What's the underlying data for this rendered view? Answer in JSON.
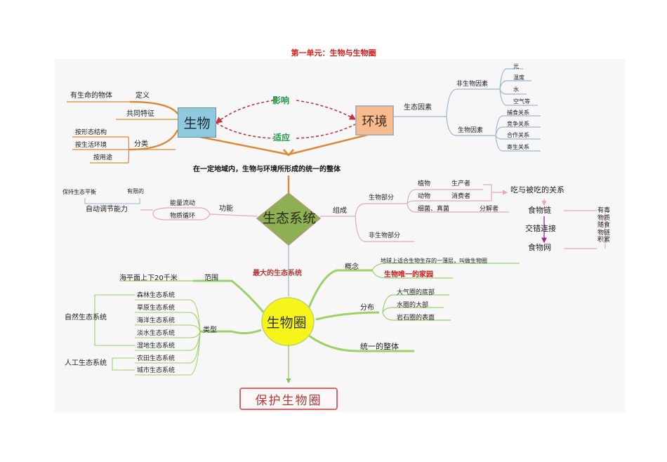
{
  "title": "第一单元：生物与生物圈",
  "organism": {
    "label": "生物",
    "definition": {
      "branch": "定义",
      "value": "有生命的物体"
    },
    "common_features": "共同特征",
    "classification": {
      "branch": "分类",
      "items": [
        "按形态结构",
        "按生活环境",
        "按用途"
      ]
    }
  },
  "relation": {
    "influence": "影响",
    "adapt": "适应"
  },
  "environment": {
    "label": "环境",
    "factors": {
      "branch": "生态因素",
      "abiotic": {
        "label": "非生物因素",
        "items": [
          "光",
          "温度",
          "水",
          "空气等"
        ]
      },
      "biotic": {
        "label": "生物因素",
        "items": [
          "捕食关系",
          "竞争关系",
          "合作关系",
          "寄生关系"
        ]
      }
    }
  },
  "ecosystem_definition": "在一定地域内，生物与环境所形成的统一的整体",
  "ecosystem": {
    "label": "生态系统",
    "function": {
      "branch": "功能",
      "items": [
        "能量流动",
        "物质循环"
      ],
      "self_regulation": "自动调节能力",
      "maintain": "保持生态平衡",
      "limited": "有限的"
    },
    "composition": {
      "branch": "组成",
      "biotic_part": {
        "label": "生物部分",
        "rows": [
          {
            "organism": "植物",
            "role": "生产者"
          },
          {
            "organism": "动物",
            "role": "消费者"
          },
          {
            "organism": "细菌、真菌",
            "role": "分解者"
          }
        ]
      },
      "abiotic_part": "非生物部分"
    },
    "food": {
      "eat_relation": "吃与被吃的关系",
      "food_chain": "食物链",
      "interlink": "交错连接",
      "food_web": "食物网",
      "toxin_note": [
        "有毒",
        "物质",
        "随食",
        "物链",
        "积累"
      ]
    }
  },
  "largest_ecosystem": "最大的生态系统",
  "biosphere": {
    "label": "生物圈",
    "concept": {
      "branch": "概念",
      "definition": "地球上适合生物生存的一薄层，叫做生物圈",
      "home": "生物唯一的家园"
    },
    "distribution": {
      "branch": "分布",
      "items": [
        "大气圈的底部",
        "水圈的大部",
        "岩石圈的表面"
      ]
    },
    "whole": "统一的整体",
    "range": {
      "branch": "范围",
      "value": "海平面上下20千米"
    },
    "types": {
      "branch": "类型",
      "natural": {
        "label": "自然生态系统",
        "items": [
          "森林生态系统",
          "草原生态系统",
          "海洋生态系统",
          "淡水生态系统",
          "湿地生态系统"
        ]
      },
      "artificial": {
        "label": "人工生态系统",
        "items": [
          "农田生态系统",
          "城市生态系统"
        ]
      }
    }
  },
  "protect": "保护生物圈",
  "colors": {
    "title": "#d42020",
    "organism_box": "#8ec9dd",
    "environment_box": "#f7bb8e",
    "ecosystem_diamond": "#8cb052",
    "biosphere_circle": "#f5f51a",
    "orange_branch": "#d98a3a",
    "blue_branch": "#9fb6cf",
    "pink_branch": "#e3a9bf",
    "green_branch": "#9cd06a",
    "relation_dash": "#c8323c"
  }
}
